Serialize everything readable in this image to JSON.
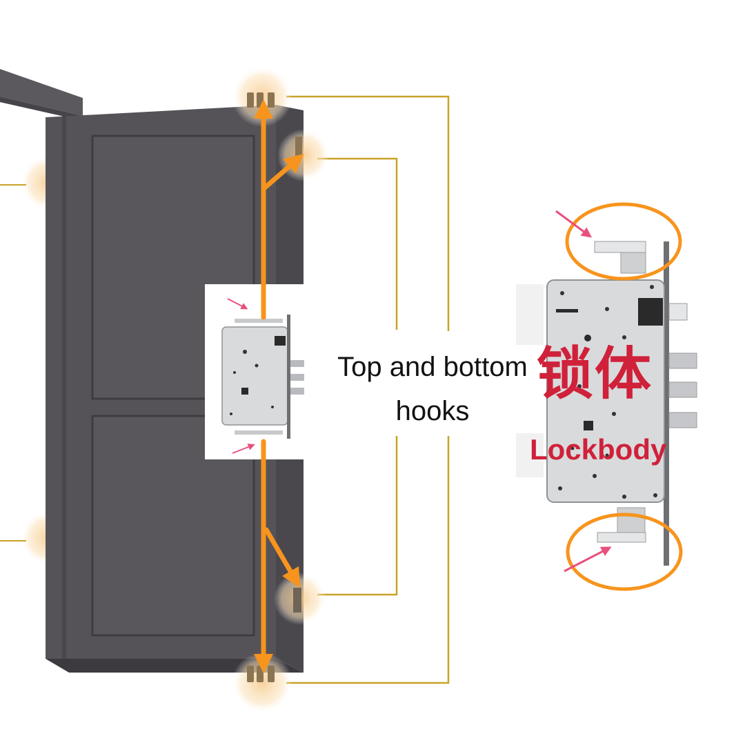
{
  "diagram": {
    "hooks_label": "Top and bottom hooks",
    "lockbody_cn": "锁体",
    "lockbody_en": "Lockbody"
  },
  "colors": {
    "arrow": "#f7941d",
    "door": "#555358",
    "door_panel_outline": "#3e3c41",
    "pointer_arrow": "#e8507d",
    "label_red": "#d0213a",
    "gold_line": "#c9a227",
    "lock_plate": "#d9dadc",
    "hook_glow": "#f9ddb0"
  },
  "icons": [
    "door-icon",
    "lockbody-icon",
    "hook-icon",
    "hinge-icon",
    "arrow-icon"
  ]
}
